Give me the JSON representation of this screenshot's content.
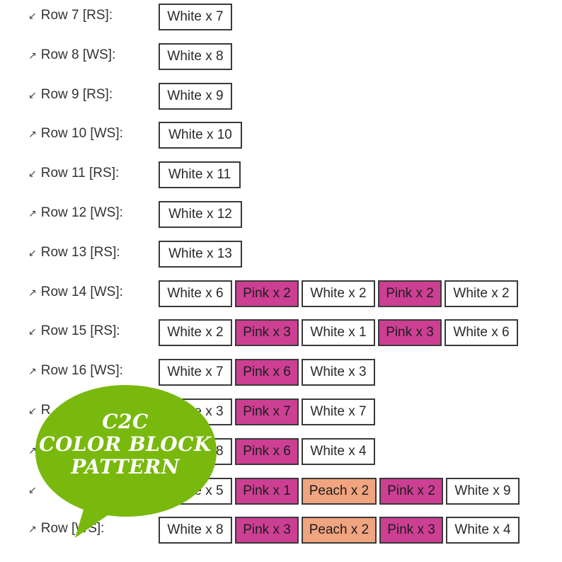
{
  "rows": [
    {
      "arrow": "↙",
      "label": "Row 7 [RS]:",
      "cells": [
        {
          "text": "White x 7",
          "color": "white"
        }
      ]
    },
    {
      "arrow": "↗",
      "label": "Row 8 [WS]:",
      "cells": [
        {
          "text": "White x 8",
          "color": "white"
        }
      ]
    },
    {
      "arrow": "↙",
      "label": "Row 9 [RS]:",
      "cells": [
        {
          "text": "White x 9",
          "color": "white"
        }
      ]
    },
    {
      "arrow": "↗",
      "label": "Row 10 [WS]:",
      "cells": [
        {
          "text": "White x 10",
          "color": "white"
        }
      ]
    },
    {
      "arrow": "↙",
      "label": "Row 11 [RS]:",
      "cells": [
        {
          "text": "White x 11",
          "color": "white"
        }
      ]
    },
    {
      "arrow": "↗",
      "label": "Row 12 [WS]:",
      "cells": [
        {
          "text": "White x 12",
          "color": "white"
        }
      ]
    },
    {
      "arrow": "↙",
      "label": "Row 13 [RS]:",
      "cells": [
        {
          "text": "White x 13",
          "color": "white"
        }
      ]
    },
    {
      "arrow": "↗",
      "label": "Row 14 [WS]:",
      "cells": [
        {
          "text": "White x 6",
          "color": "white"
        },
        {
          "text": "Pink x 2",
          "color": "pink"
        },
        {
          "text": "White x 2",
          "color": "white"
        },
        {
          "text": "Pink x 2",
          "color": "pink"
        },
        {
          "text": "White x 2",
          "color": "white"
        }
      ]
    },
    {
      "arrow": "↙",
      "label": "Row 15 [RS]:",
      "cells": [
        {
          "text": "White x 2",
          "color": "white"
        },
        {
          "text": "Pink x 3",
          "color": "pink"
        },
        {
          "text": "White x 1",
          "color": "white"
        },
        {
          "text": "Pink x 3",
          "color": "pink"
        },
        {
          "text": "White x 6",
          "color": "white"
        }
      ]
    },
    {
      "arrow": "↗",
      "label": "Row 16 [WS]:",
      "cells": [
        {
          "text": "White x 7",
          "color": "white"
        },
        {
          "text": "Pink x 6",
          "color": "pink"
        },
        {
          "text": "White x 3",
          "color": "white"
        }
      ]
    },
    {
      "arrow": "↙",
      "label": "R",
      "cells": [
        {
          "text": "White x 3",
          "color": "white"
        },
        {
          "text": "Pink x 7",
          "color": "pink"
        },
        {
          "text": "White x 7",
          "color": "white"
        }
      ]
    },
    {
      "arrow": "↗",
      "label": "",
      "cells": [
        {
          "text": "White x 8",
          "color": "white"
        },
        {
          "text": "Pink x 6",
          "color": "pink"
        },
        {
          "text": "White x 4",
          "color": "white"
        }
      ]
    },
    {
      "arrow": "↙",
      "label": "",
      "cells": [
        {
          "text": "White x 5",
          "color": "white"
        },
        {
          "text": "Pink x 1",
          "color": "pink"
        },
        {
          "text": "Peach x 2",
          "color": "peach"
        },
        {
          "text": "Pink x 2",
          "color": "pink"
        },
        {
          "text": "White x 9",
          "color": "white"
        }
      ]
    },
    {
      "arrow": "↗",
      "label": "Row [WS]:",
      "cells": [
        {
          "text": "White x 8",
          "color": "white"
        },
        {
          "text": "Pink x 3",
          "color": "pink"
        },
        {
          "text": "Peach x 2",
          "color": "peach"
        },
        {
          "text": "Pink x 3",
          "color": "pink"
        },
        {
          "text": "White x 4",
          "color": "white"
        }
      ]
    }
  ],
  "bubble": {
    "lines": [
      "C2C",
      "COLOR BLOCK",
      "PATTERN"
    ],
    "color": "#79b80d"
  },
  "colors": {
    "pink": "#cc3f93",
    "peach": "#f0a47f",
    "white": "#ffffff"
  }
}
